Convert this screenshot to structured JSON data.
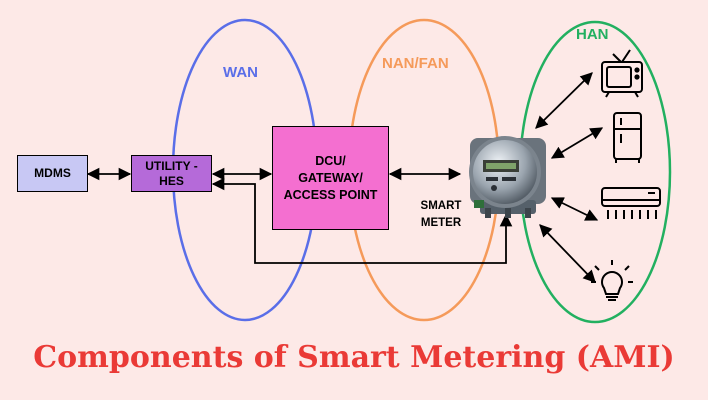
{
  "colors": {
    "background": "#fde9e7",
    "wan": "#5a6ee8",
    "nan": "#f59a5a",
    "han": "#22b060",
    "mdms_box": "#c8c8f4",
    "utility_box": "#b56ad9",
    "dcu_box": "#f46fd0",
    "title": "#ea3a36"
  },
  "networks": {
    "wan": "WAN",
    "nan": "NAN/FAN",
    "han": "HAN"
  },
  "boxes": {
    "mdms": {
      "line1": "MDMS"
    },
    "utility": {
      "line1": "UTILITY -",
      "line2": "HES"
    },
    "dcu": {
      "line1": "DCU/",
      "line2": "GATEWAY/",
      "line3": "ACCESS POINT"
    }
  },
  "meter": {
    "line1": "SMART",
    "line2": "METER",
    "icon": "smart-meter-icon"
  },
  "appliances": [
    "tv-icon",
    "refrigerator-icon",
    "air-conditioner-icon",
    "light-bulb-icon"
  ],
  "title": "Components of Smart Metering (AMI)"
}
